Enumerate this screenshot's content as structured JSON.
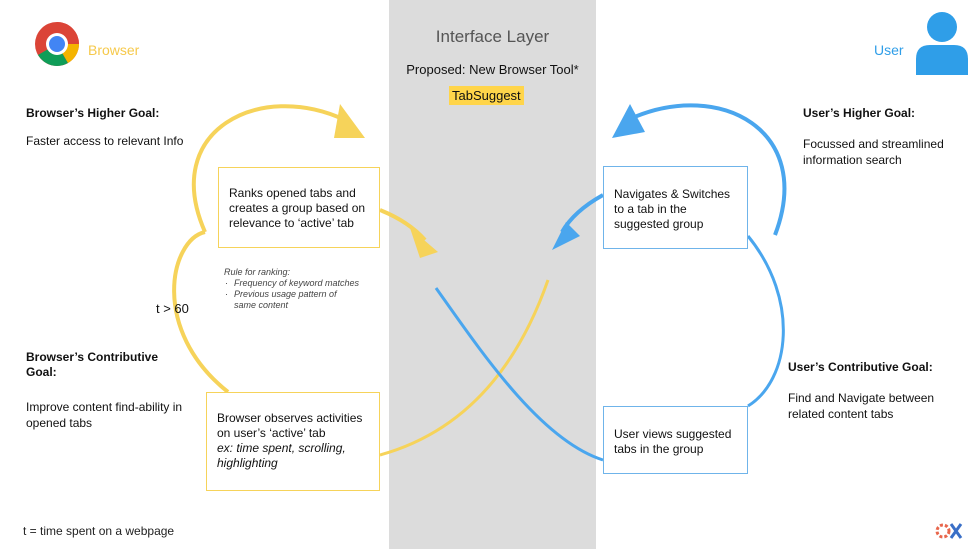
{
  "interface": {
    "layer_title": "Interface Layer",
    "tool_title": "Proposed: New Browser Tool*",
    "tool_name": "TabSuggest"
  },
  "browser": {
    "label": "Browser",
    "higher_goal_title": "Browser’s Higher Goal:",
    "higher_goal_text": "Faster access to relevant Info",
    "contrib_goal_title_1": "Browser’s Contributive",
    "contrib_goal_title_2": "Goal:",
    "contrib_goal_text_1": "Improve content find-ability in",
    "contrib_goal_text_2": "opened tabs",
    "box_ranks": [
      "Ranks opened tabs and",
      "creates a group based on",
      "relevance to ‘active’ tab"
    ],
    "box_observes": [
      "Browser observes activities",
      "on user’s ‘active’ tab"
    ],
    "box_observes_italic": [
      "ex: time spent, scrolling,",
      "highlighting"
    ],
    "rule_title": "Rule for ranking:",
    "rule_items": [
      "Frequency of keyword matches",
      "Previous usage pattern of"
    ],
    "rule_item_cont": "same content",
    "threshold": "t > 60"
  },
  "user": {
    "label": "User",
    "higher_goal_title": "User’s Higher Goal:",
    "higher_goal_text_1": "Focussed and streamlined",
    "higher_goal_text_2": "information search",
    "contrib_goal_title": "User’s Contributive  Goal:",
    "contrib_goal_text_1": "Find and Navigate between",
    "contrib_goal_text_2": "related content tabs",
    "box_navigates": [
      "Navigates & Switches",
      "to a tab in the",
      "suggested group"
    ],
    "box_views": [
      "User views suggested",
      "tabs in the group"
    ]
  },
  "footnote": "t = time spent on a webpage",
  "colors": {
    "browser": "#f6d35a",
    "user": "#4aa6ee",
    "band": "#dcdcdc",
    "highlight": "#ffd54a"
  },
  "icons": [
    "chrome-logo-icon",
    "user-person-icon",
    "ox-logo-icon"
  ]
}
